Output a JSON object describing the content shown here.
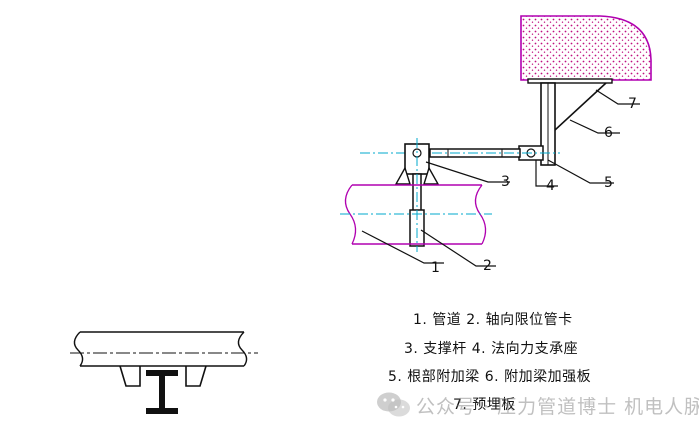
{
  "callouts": [
    "1",
    "2",
    "3",
    "4",
    "5",
    "6",
    "7"
  ],
  "legend": {
    "line1": "1. 管道 2. 轴向限位管卡",
    "line2": "3. 支撑杆 4. 法向力支承座",
    "line3": "5. 根部附加梁 6. 附加梁加强板",
    "line4": "7. 预埋板"
  },
  "watermark": {
    "text": "公众号 · 压力管道博士   机电人脉"
  },
  "colors": {
    "line": "#111111",
    "pipe_outline": "#b000b0",
    "centerline": "#00aacc",
    "concrete_dots": "#c01080",
    "watermark": "#8c8c8c"
  }
}
